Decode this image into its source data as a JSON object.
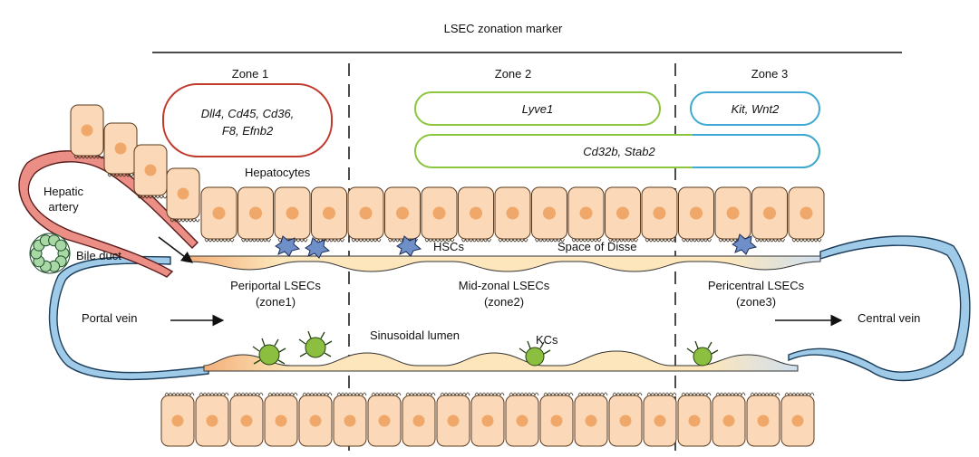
{
  "header": {
    "title": "LSEC zonation marker"
  },
  "zones": [
    {
      "label": "Zone 1"
    },
    {
      "label": "Zone 2"
    },
    {
      "label": "Zone 3"
    }
  ],
  "markers": {
    "zone1_line1": "Dll4, Cd45, Cd36,",
    "zone1_line2": "F8, Efnb2",
    "zone2": "Lyve1",
    "zone3": "Kit, Wnt2",
    "zone23": "Cd32b, Stab2"
  },
  "labels": {
    "hepatocytes": "Hepatocytes",
    "hepatic_artery_1": "Hepatic",
    "hepatic_artery_2": "artery",
    "bile_duct": "Bile duct",
    "portal_vein": "Portal vein",
    "central_vein": "Central vein",
    "hscs": "HSCs",
    "space_of_disse": "Space of Disse",
    "periportal_1": "Periportal LSECs",
    "periportal_2": "(zone1)",
    "midzonal_1": "Mid-zonal LSECs",
    "midzonal_2": "(zone2)",
    "pericentral_1": "Pericentral LSECs",
    "pericentral_2": "(zone3)",
    "sinusoidal_lumen": "Sinusoidal lumen",
    "kcs": "KCs"
  },
  "colors": {
    "zone1": "#c0392b",
    "zone2": "#8cc63f",
    "zone3": "#3fa9d6",
    "hepatocyte_fill": "#fbd9b8",
    "hepatocyte_nucleus": "#f0a86a",
    "artery": "#e8837a",
    "vein": "#8fc1e3",
    "lsec": "#fde6bb",
    "hsc": "#6f8fc9",
    "kc": "#8cbf3f",
    "bile_duct": "#3a9a5a"
  }
}
